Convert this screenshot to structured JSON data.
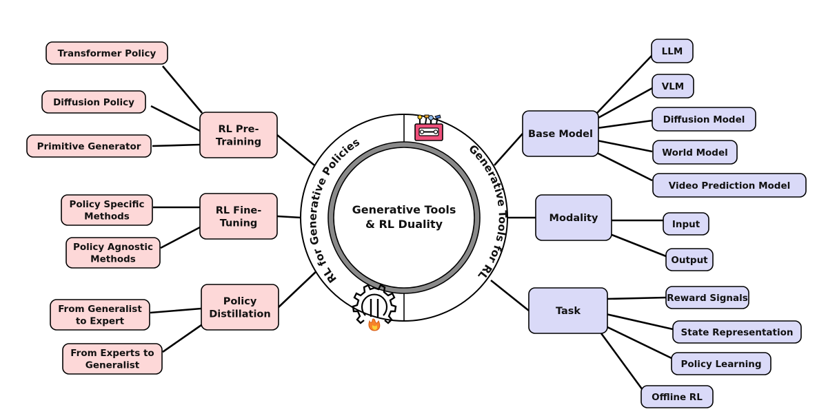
{
  "colors": {
    "left_fill": "#fdd8d8",
    "right_fill": "#dadaf8",
    "stroke": "#000000",
    "inner_ring": "#8a8a8a"
  },
  "center": {
    "title_line1": "Generative Tools",
    "title_line2": "& RL Duality"
  },
  "ring": {
    "left_label": "RL for Generative Policies",
    "right_label": "Generative Tools for RL",
    "top_icon": "toolbox-icon",
    "bottom_icon": "gear-flame-icon"
  },
  "left": {
    "pretraining": {
      "lines": [
        "RL Pre-",
        "Training"
      ],
      "leaves": [
        {
          "lines": [
            "Transformer Policy"
          ]
        },
        {
          "lines": [
            "Diffusion Policy"
          ]
        },
        {
          "lines": [
            "Primitive Generator"
          ]
        }
      ]
    },
    "finetuning": {
      "lines": [
        "RL Fine-",
        "Tuning"
      ],
      "leaves": [
        {
          "lines": [
            "Policy Specific",
            "Methods"
          ]
        },
        {
          "lines": [
            "Policy Agnostic",
            "Methods"
          ]
        }
      ]
    },
    "distillation": {
      "lines": [
        "Policy",
        "Distillation"
      ],
      "leaves": [
        {
          "lines": [
            "From Generalist",
            "to Expert"
          ]
        },
        {
          "lines": [
            "From Experts to",
            "Generalist"
          ]
        }
      ]
    }
  },
  "right": {
    "base_model": {
      "lines": [
        "Base Model"
      ],
      "leaves": [
        {
          "lines": [
            "LLM"
          ]
        },
        {
          "lines": [
            "VLM"
          ]
        },
        {
          "lines": [
            "Diffusion Model"
          ]
        },
        {
          "lines": [
            "World Model"
          ]
        },
        {
          "lines": [
            "Video Prediction Model"
          ]
        }
      ]
    },
    "modality": {
      "lines": [
        "Modality"
      ],
      "leaves": [
        {
          "lines": [
            "Input"
          ]
        },
        {
          "lines": [
            "Output"
          ]
        }
      ]
    },
    "task": {
      "lines": [
        "Task"
      ],
      "leaves": [
        {
          "lines": [
            "Reward Signals"
          ]
        },
        {
          "lines": [
            "State Representation"
          ]
        },
        {
          "lines": [
            "Policy Learning"
          ]
        },
        {
          "lines": [
            "Offline RL"
          ]
        }
      ]
    }
  }
}
